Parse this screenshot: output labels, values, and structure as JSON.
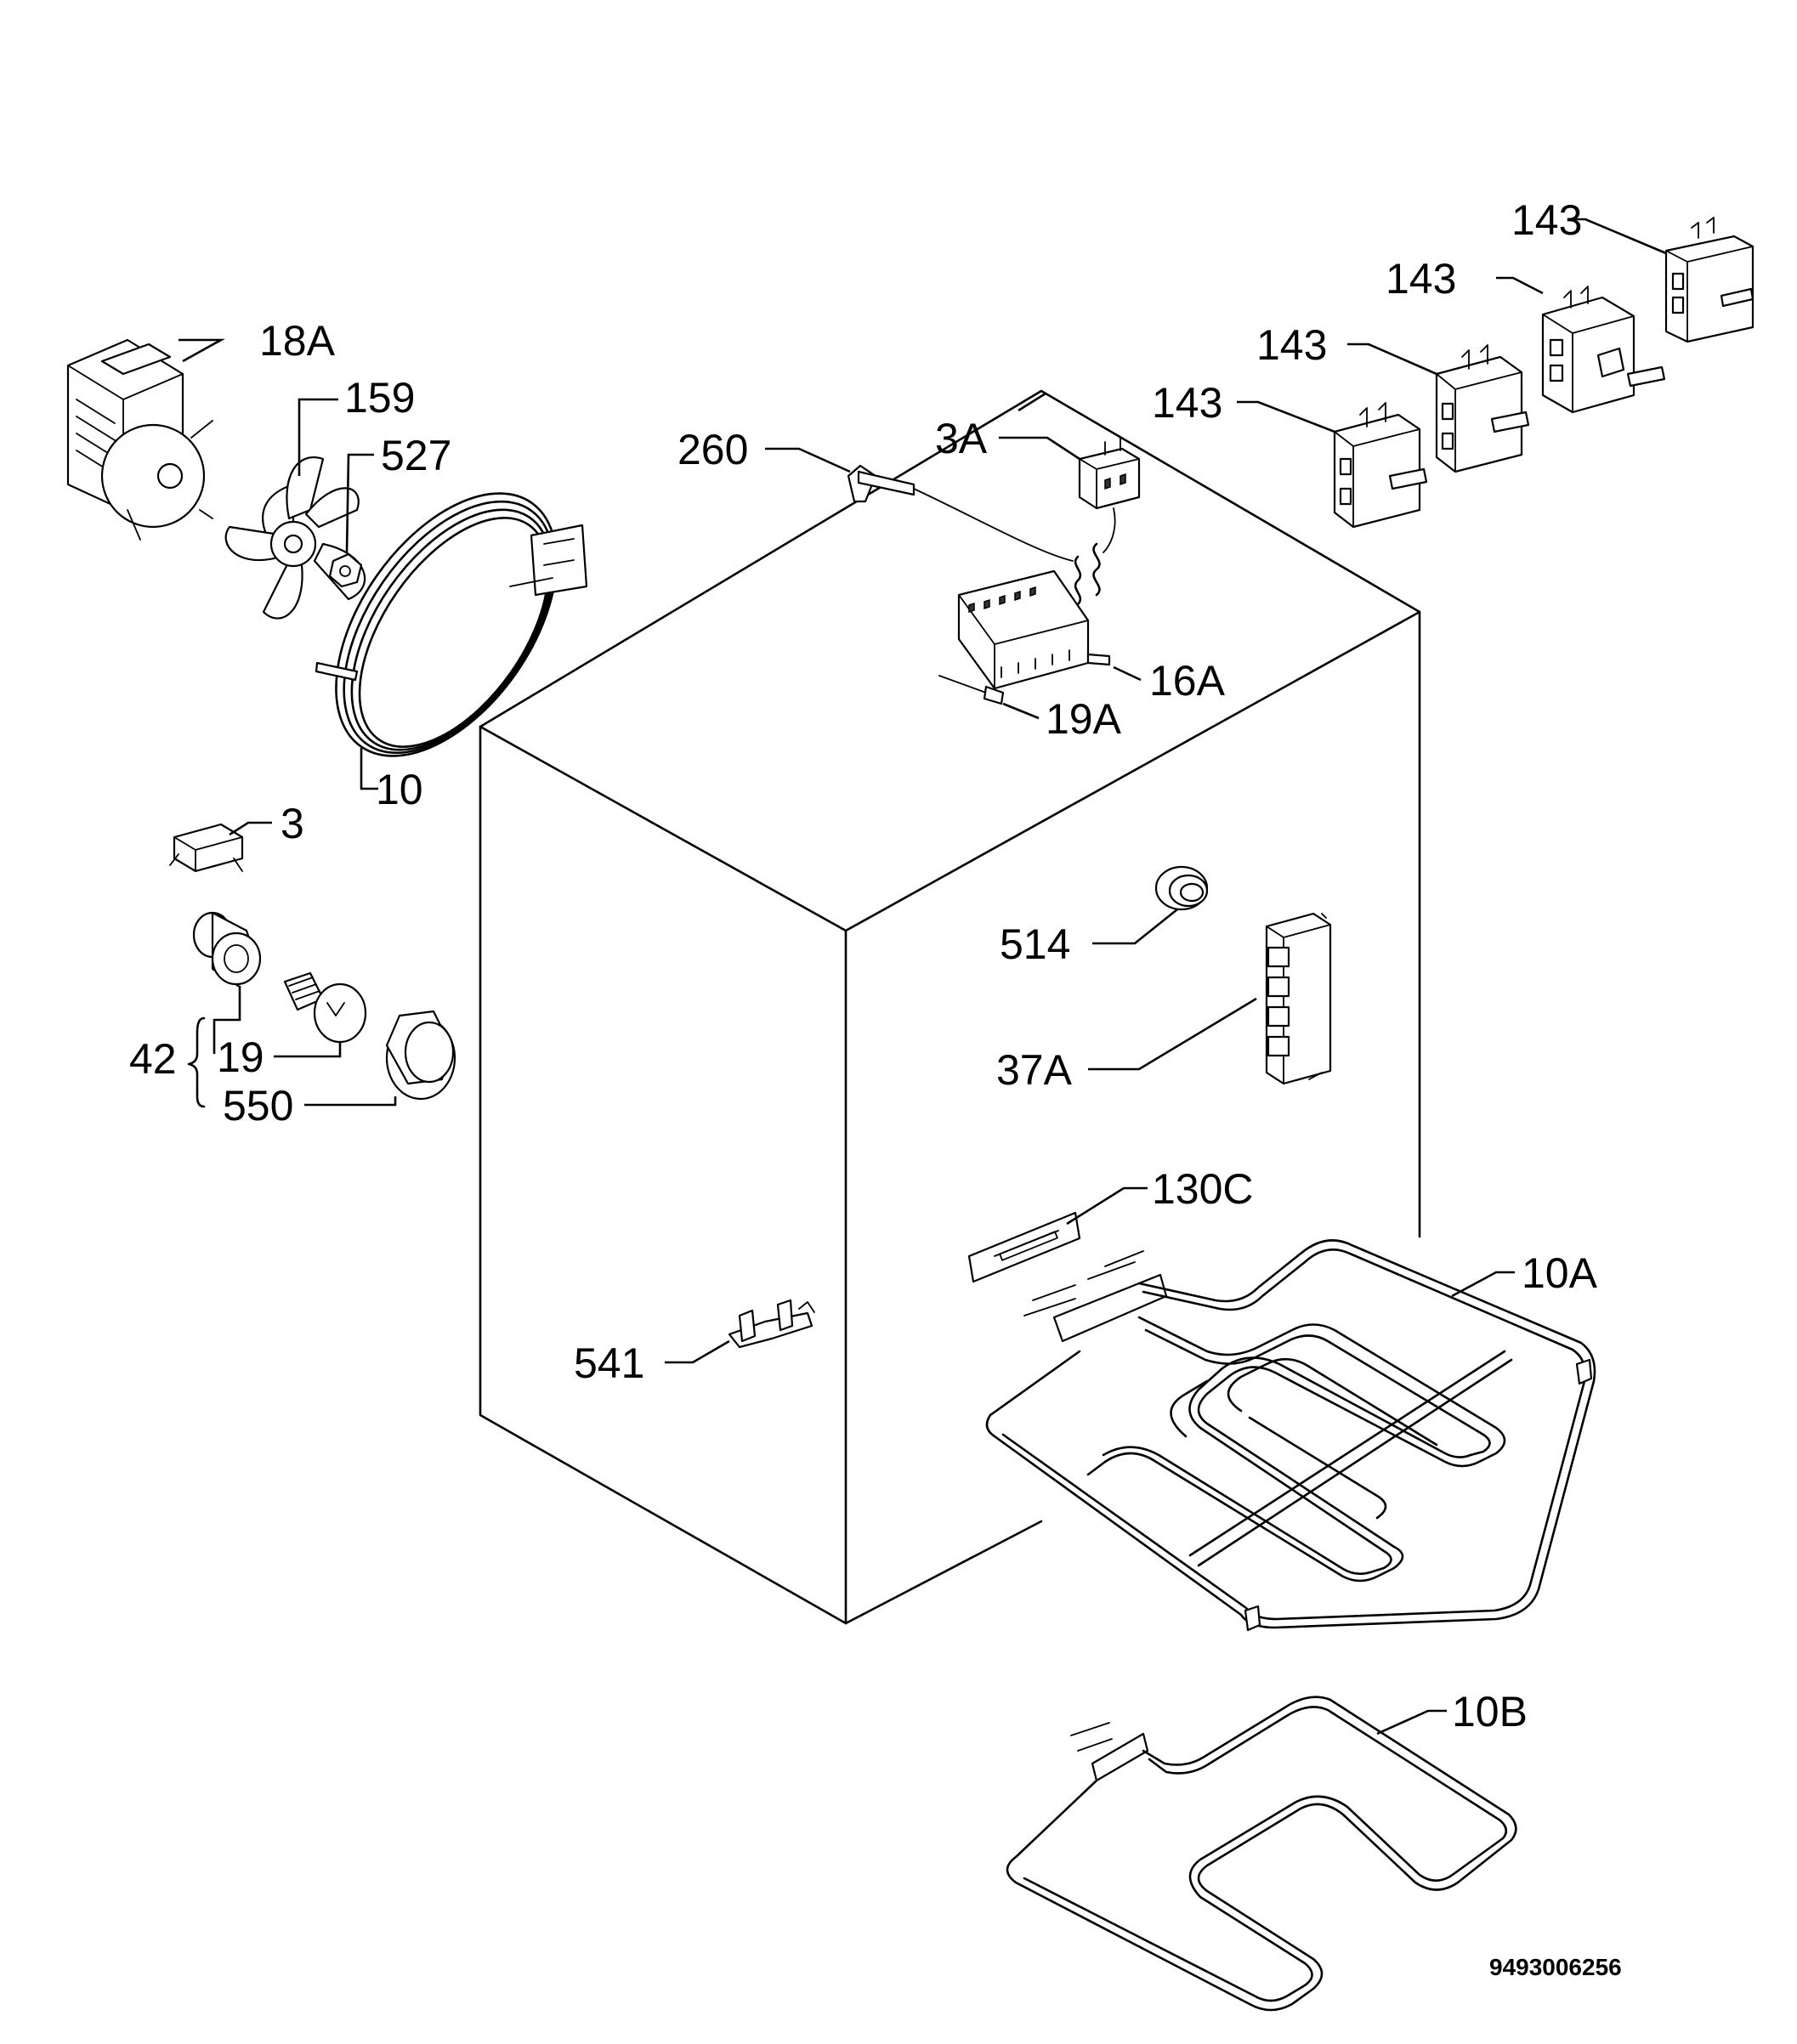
{
  "labels": {
    "p143_1": "143",
    "p143_2": "143",
    "p143_3": "143",
    "p143_4": "143",
    "p18a": "18A",
    "p159": "159",
    "p527": "527",
    "p260": "260",
    "p3a": "3A",
    "p16a": "16A",
    "p19a": "19A",
    "p10": "10",
    "p3": "3",
    "p42": "42",
    "p19": "19",
    "p550": "550",
    "p514": "514",
    "p37a": "37A",
    "p130c": "130C",
    "p10a": "10A",
    "p541": "541",
    "p10b": "10B"
  },
  "reference_number": "9493006256"
}
